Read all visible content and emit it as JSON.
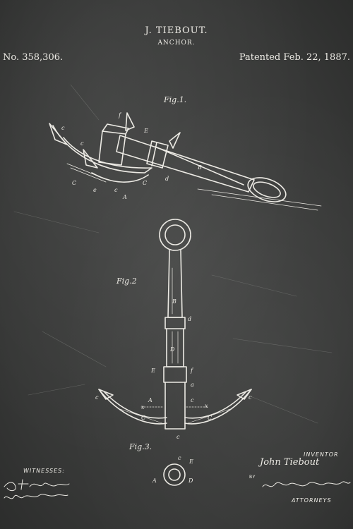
{
  "header": {
    "title": "J. TIEBOUT.",
    "subtitle": "ANCHOR.",
    "patent_number": "No. 358,306.",
    "patent_date": "Patented Feb. 22, 1887."
  },
  "figures": {
    "fig1_label": "Fig.1.",
    "fig2_label": "Fig.2",
    "fig3_label": "Fig.3."
  },
  "footer": {
    "witnesses_label": "WITNESSES:",
    "inventor_label": "INVENTOR",
    "inventor_name": "John Tiebout",
    "by_label": "BY",
    "attorneys_label": "ATTORNEYS"
  },
  "signatures": {
    "witness_1": "Otto Hufeland",
    "witness_2": "William Miller",
    "attorney": "Van Santvoord & Hauff"
  },
  "colors": {
    "background": "#3a3b3a",
    "ink": "#eceae4"
  }
}
